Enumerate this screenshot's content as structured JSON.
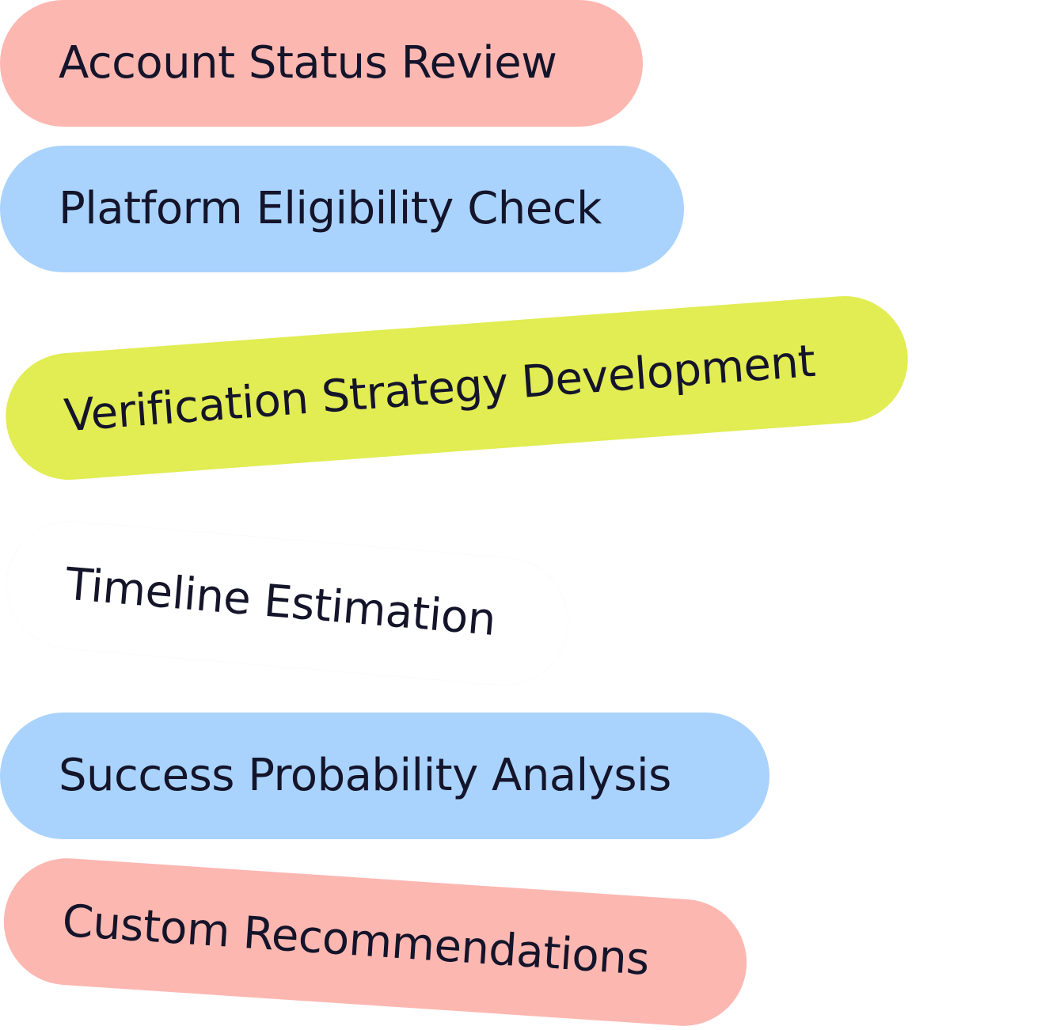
{
  "pills": [
    {
      "label": "Account Status Review",
      "color": "#fdb7b1"
    },
    {
      "label": "Platform Eligibility Check",
      "color": "#a9d3fd"
    },
    {
      "label": "Verification Strategy Development",
      "color": "#e2ec53"
    },
    {
      "label": "Timeline Estimation",
      "color": "#ffffff"
    },
    {
      "label": "Success Probability Analysis",
      "color": "#a9d3fd"
    },
    {
      "label": "Custom Recommendations",
      "color": "#fdb7b1"
    }
  ]
}
